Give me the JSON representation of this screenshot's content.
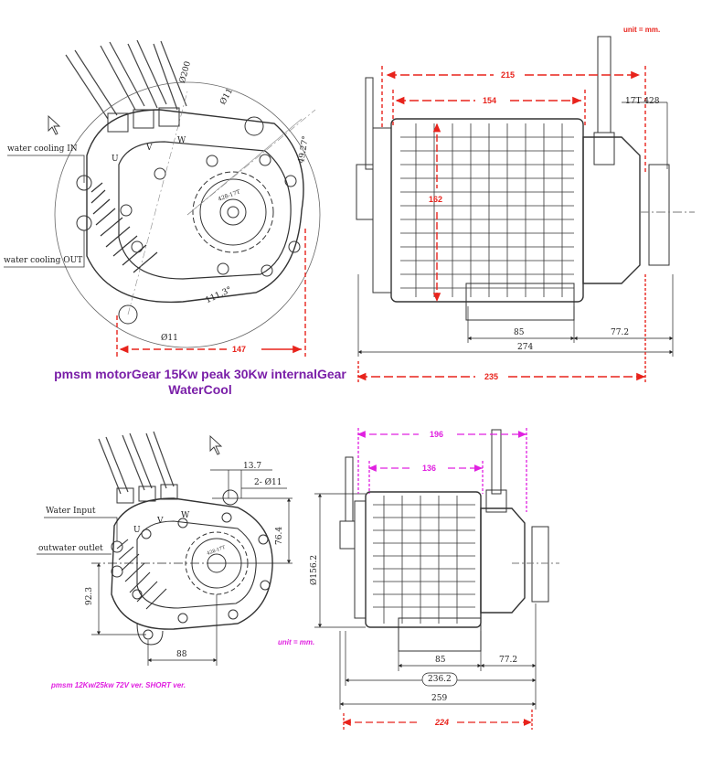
{
  "top_drawing": {
    "unit_note": "unit = mm.",
    "labels": {
      "water_in": "water cooling IN",
      "water_out": "water cooling OUT",
      "dia_200": "Ø200",
      "dia_11_top": "Ø11",
      "angle": "49.27°",
      "sprocket": "428-17T",
      "dist_111": "111.3°",
      "dia_11_bottom": "Ø11",
      "phase_u": "U",
      "phase_v": "V",
      "phase_w": "W",
      "sprocket_side": "17T  428"
    },
    "dims_red": {
      "width_147": "147",
      "length_215": "215",
      "length_154": "154",
      "dia_162": "162",
      "length_235": "235"
    },
    "dims_black": {
      "d85": "85",
      "d77_2": "77.2",
      "d274": "274"
    },
    "caption_line1": "pmsm motorGear 15Kw peak 30Kw internalGear",
    "caption_line2": "WaterCool"
  },
  "bottom_drawing": {
    "labels": {
      "water_input": "Water Input",
      "outwater_outlet": "outwater outlet",
      "d13_7": "13.7",
      "holes": "2- Ø11",
      "d76_4": "76.4",
      "d92_3": "92.3",
      "d88": "88",
      "dia_156": "Ø156.2",
      "phase_u": "U",
      "phase_v": "V",
      "phase_w": "W",
      "sprocket": "428-17T"
    },
    "dims_pink": {
      "length_196": "196",
      "length_136": "136",
      "length_224": "224"
    },
    "dims_black": {
      "d85": "85",
      "d77_2": "77.2",
      "d236_2": "236.2",
      "d259": "259"
    },
    "unit_note": "unit = mm.",
    "caption": "pmsm 12Kw/25kw  72V ver.   SHORT ver."
  },
  "icons": [
    "cursor-arrow-icon",
    "cursor-arrow-icon"
  ],
  "colors": {
    "red_dim": "#e8231c",
    "pink_dim": "#e020e0",
    "caption": "#7a1fa8"
  }
}
